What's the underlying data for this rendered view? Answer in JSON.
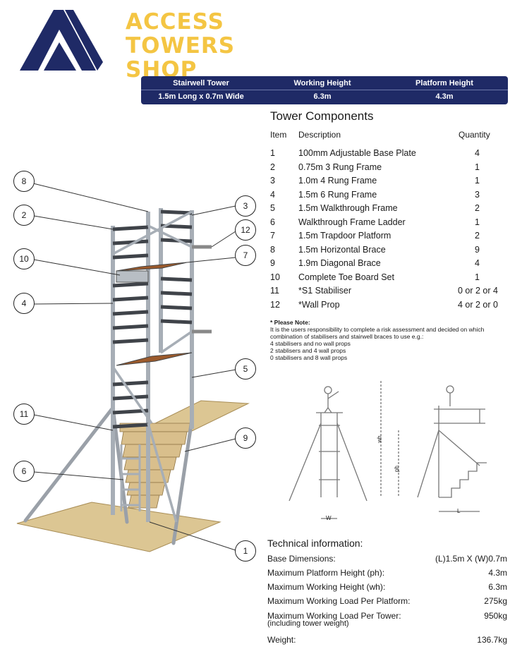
{
  "logo": {
    "lines": [
      "ACCESS",
      "TOWERS",
      "SHOP"
    ],
    "colors": {
      "mark": "#1f2a66",
      "text": "#f4c543"
    }
  },
  "banner": {
    "columns": [
      {
        "header": "Stairwell Tower",
        "value": "1.5m Long x 0.7m Wide"
      },
      {
        "header": "Working Height",
        "value": "6.3m"
      },
      {
        "header": "Platform Height",
        "value": "4.3m"
      }
    ],
    "color": "#1f2a66"
  },
  "components": {
    "title": "Tower Components",
    "headers": {
      "item": "Item",
      "description": "Description",
      "quantity": "Quantity"
    },
    "rows": [
      {
        "item": "1",
        "description": "100mm Adjustable Base Plate",
        "quantity": "4"
      },
      {
        "item": "2",
        "description": "0.75m 3 Rung Frame",
        "quantity": "1"
      },
      {
        "item": "3",
        "description": "1.0m 4 Rung Frame",
        "quantity": "1"
      },
      {
        "item": "4",
        "description": "1.5m 6 Rung Frame",
        "quantity": "3"
      },
      {
        "item": "5",
        "description": "1.5m Walkthrough Frame",
        "quantity": "2"
      },
      {
        "item": "6",
        "description": "Walkthrough Frame Ladder",
        "quantity": "1"
      },
      {
        "item": "7",
        "description": "1.5m Trapdoor Platform",
        "quantity": "2"
      },
      {
        "item": "8",
        "description": "1.5m Horizontal Brace",
        "quantity": "9"
      },
      {
        "item": "9",
        "description": "1.9m Diagonal Brace",
        "quantity": "4"
      },
      {
        "item": "10",
        "description": "Complete Toe Board Set",
        "quantity": "1"
      },
      {
        "item": "11",
        "description": "*S1 Stabiliser",
        "quantity": "0 or 2 or 4"
      },
      {
        "item": "12",
        "description": "*Wall Prop",
        "quantity": "4 or 2 or 0"
      }
    ]
  },
  "note": {
    "title": "* Please Note:",
    "lines": [
      "It is the users responsibility to complete a risk assessment and decided on which",
      "combination of stabilisers and stairwell braces to use e.g.:",
      "4 stabilisers and no wall props",
      "2 stablisers and 4 wall props",
      "0 stabilisers and 8 wall props"
    ]
  },
  "callouts": [
    "8",
    "2",
    "10",
    "4",
    "11",
    "6",
    "3",
    "12",
    "7",
    "5",
    "9",
    "1"
  ],
  "diagram_labels": {
    "wh": "wh",
    "ph": "ph",
    "w": "W",
    "l": "L"
  },
  "technical": {
    "title": "Technical information:",
    "rows": [
      {
        "label": "Base Dimensions:",
        "value": "(L)1.5m X (W)0.7m"
      },
      {
        "label": "Maximum Platform Height (ph):",
        "value": "4.3m"
      },
      {
        "label": "Maximum Working Height (wh):",
        "value": "6.3m"
      },
      {
        "label": "Maximum Working Load Per Platform:",
        "value": "275kg"
      },
      {
        "label": "Maximum Working Load Per Tower:",
        "sublabel": "(including tower weight)",
        "value": "950kg"
      },
      {
        "label": "Weight:",
        "value": "136.7kg"
      }
    ]
  }
}
